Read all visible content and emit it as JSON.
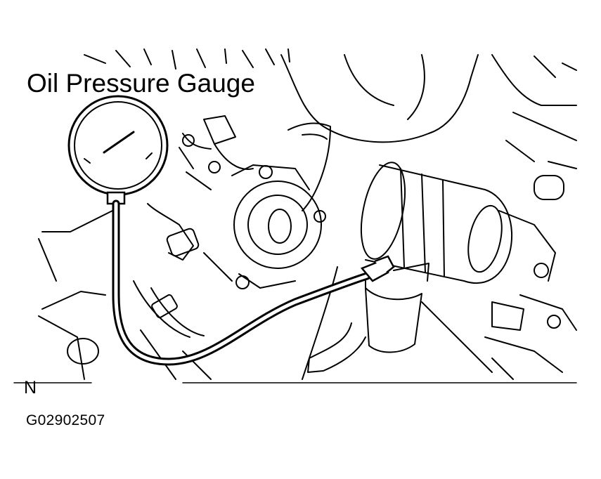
{
  "labels": {
    "title": "Oil Pressure Gauge",
    "view_marker": "N",
    "figure_code": "G02902507"
  },
  "colors": {
    "ink": "#000000",
    "background": "#ffffff"
  }
}
